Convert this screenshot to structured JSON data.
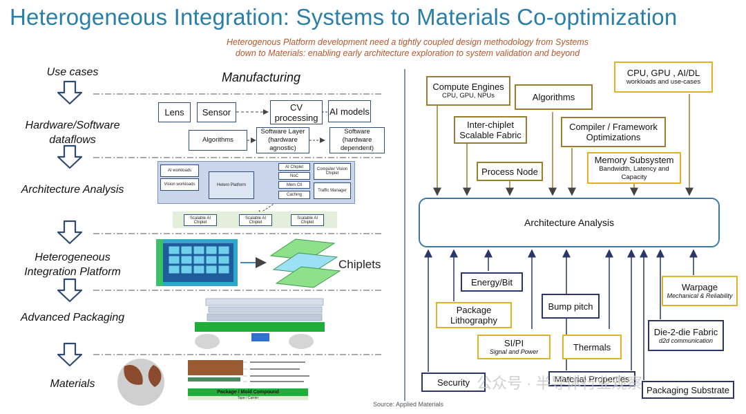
{
  "title": "Heterogeneous Integration: Systems to Materials Co-optimization",
  "subtitle": {
    "line1": "Heterogenous Platform development need a tightly coupled design methodology from Systems",
    "line2": "down to Materials: enabling early architecture exploration to system validation and beyond"
  },
  "left": {
    "stages": [
      "Use cases",
      "Hardware/Software dataflows",
      "Architecture Analysis",
      "Heterogeneous Integration Platform",
      "Advanced Packaging",
      "Materials"
    ],
    "manufacturing_label": "Manufacturing",
    "flow_top": [
      "Lens",
      "Sensor",
      "CV processing",
      "AI models"
    ],
    "flow_bottom": [
      "Algorithms",
      "Software Layer (hardware agnostic)",
      "Software (hardware dependent)"
    ],
    "arch": {
      "ai_workloads": "AI workloads",
      "vision_workloads": "Vision workloads",
      "platform": "Hetero Platform",
      "ai_chiplet": "AI Chiplet",
      "noc": "NoC",
      "mem_ctl": "Mem Ctl",
      "caching": "Caching",
      "cv_chiplet": "Computer Vision Chiplet",
      "traffic_manager": "Traffic Manager",
      "scalable": [
        "Scalable AI Chiplet",
        "Scalable AI Chiplet",
        "Scalable AI Chiplet"
      ]
    },
    "chiplets_label": "Chiplets",
    "package_label": "Package / Mold Compound",
    "tape_label": "Tape / Carrier",
    "source": "Source: Applied Materials",
    "watermark": "公众号 · 半导体行业观察"
  },
  "right": {
    "center": "Architecture Analysis",
    "compute": {
      "title": "Compute Engines",
      "sub": "CPU, GPU, NPUs"
    },
    "algorithms": "Algorithms",
    "cpu_gpu": {
      "title": "CPU, GPU , AI/DL",
      "sub": "workloads and use-cases"
    },
    "inter_chiplet": "Inter-chiplet Scalable Fabric",
    "compiler": "Compiler / Framework Optimizations",
    "process_node": "Process Node",
    "memory": {
      "title": "Memory Subsystem",
      "sub": "Bandwidth, Latency and Capacity"
    },
    "energy": "Energy/Bit",
    "bump": "Bump pitch",
    "warpage": {
      "title": "Warpage",
      "sub": "Mechanical & Reliability"
    },
    "package_litho": "Package Lithography",
    "die2die": {
      "title": "Die-2-die Fabric",
      "sub": "d2d communication"
    },
    "sipi": {
      "title": "SI/PI",
      "sub": "Signal and Power"
    },
    "thermals": "Thermals",
    "security": "Security",
    "material": "Material Properties",
    "substrate": "Packaging Substrate"
  }
}
